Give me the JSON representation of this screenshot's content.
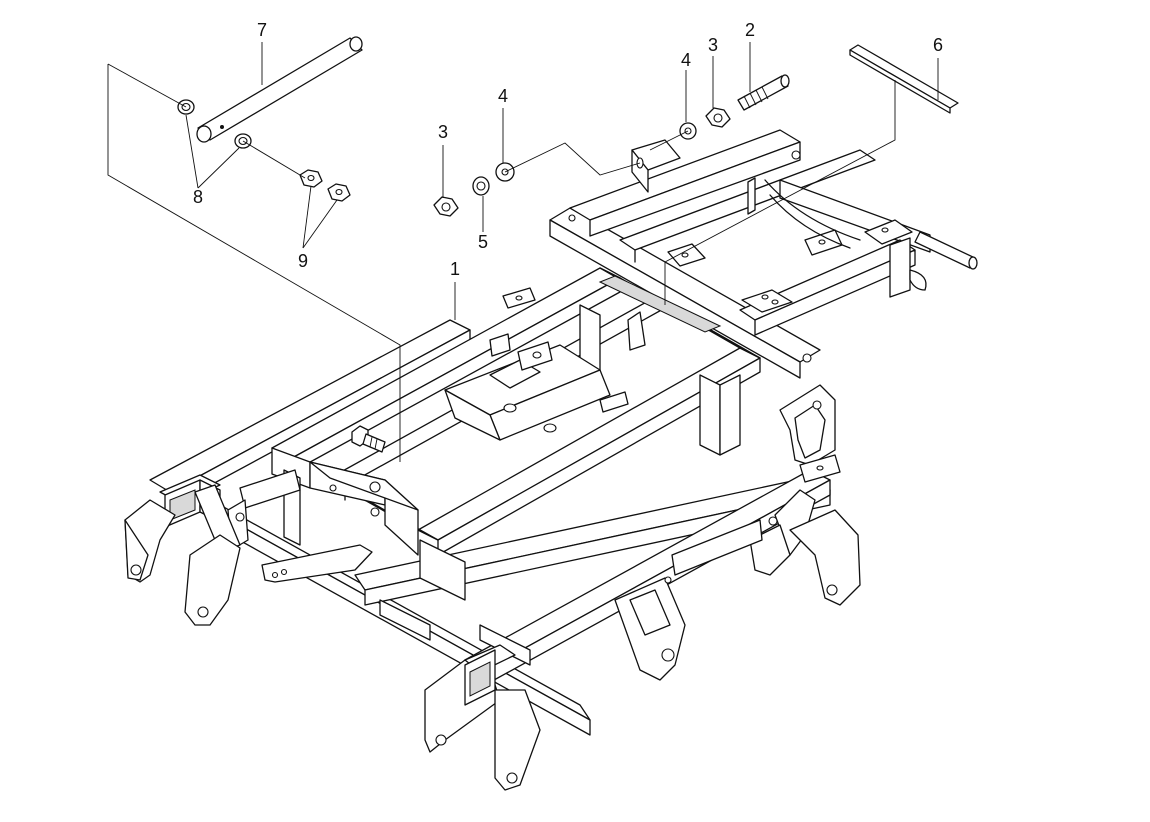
{
  "callouts": [
    {
      "id": "c1",
      "label": "1"
    },
    {
      "id": "c2",
      "label": "2"
    },
    {
      "id": "c3a",
      "label": "3"
    },
    {
      "id": "c3b",
      "label": "3"
    },
    {
      "id": "c4a",
      "label": "4"
    },
    {
      "id": "c4b",
      "label": "4"
    },
    {
      "id": "c5",
      "label": "5"
    },
    {
      "id": "c6",
      "label": "6"
    },
    {
      "id": "c7",
      "label": "7"
    },
    {
      "id": "c8",
      "label": "8"
    },
    {
      "id": "c9",
      "label": "9"
    }
  ]
}
